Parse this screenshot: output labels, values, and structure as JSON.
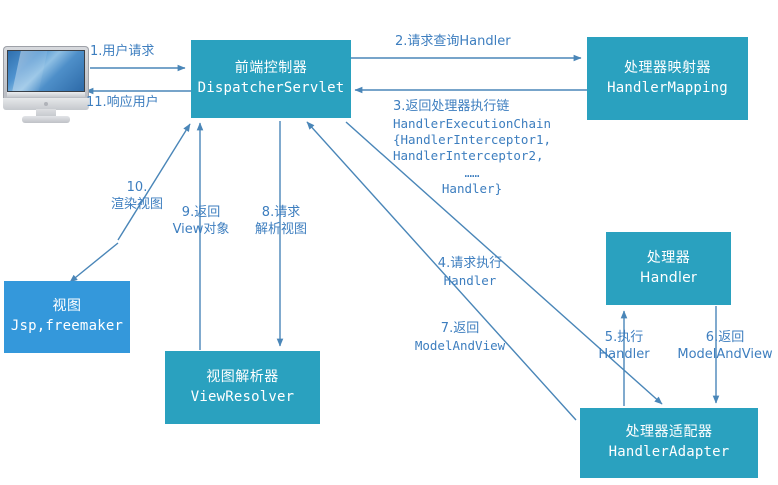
{
  "diagram": {
    "title": "SpringMVC Request Flow",
    "colors": {
      "teal": "#2aa1bf",
      "blue": "#3498db",
      "line": "#4a86b8",
      "label_text": "#3d7ebf",
      "node_text": "#ffffff",
      "background": "#ffffff"
    }
  },
  "nodes": {
    "client": {
      "icon": "desktop-monitor-icon"
    },
    "dispatcher": {
      "cn": "前端控制器",
      "en": "DispatcherServlet"
    },
    "handler_mapping": {
      "cn": "处理器映射器",
      "en": "HandlerMapping"
    },
    "view": {
      "cn": "视图",
      "en": "Jsp,freemaker"
    },
    "view_resolver": {
      "cn": "视图解析器",
      "en": "ViewResolver"
    },
    "handler": {
      "cn": "处理器",
      "en": "Handler"
    },
    "handler_adapter": {
      "cn": "处理器适配器",
      "en": "HandlerAdapter"
    }
  },
  "edges": {
    "e1": {
      "label": "1.用户请求"
    },
    "e11": {
      "label": "11.响应用户"
    },
    "e2": {
      "label": "2.请求查询Handler"
    },
    "e3": {
      "line1": "3.返回处理器执行链",
      "line2": "HandlerExecutionChain",
      "line3": "{HandlerInterceptor1,",
      "line4": "HandlerInterceptor2,",
      "line5": "……",
      "line6": "Handler}"
    },
    "e4": {
      "line1": "4.请求执行",
      "line2": "Handler"
    },
    "e5": {
      "line1": "5.执行",
      "line2": "Handler"
    },
    "e6": {
      "line1": "6.返回",
      "line2": "ModelAndView"
    },
    "e7": {
      "line1": "7.返回",
      "line2": "ModelAndView"
    },
    "e8": {
      "line1": "8.请求",
      "line2": "解析视图"
    },
    "e9": {
      "line1": "9.返回",
      "line2": "View对象"
    },
    "e10": {
      "line1": "10.",
      "line2": "渲染视图"
    }
  }
}
